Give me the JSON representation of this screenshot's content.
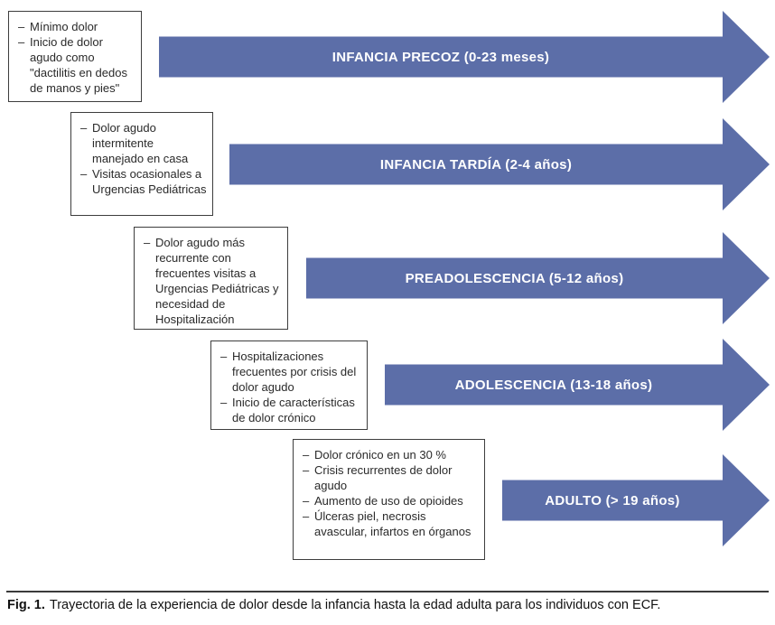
{
  "colors": {
    "arrow": "#5C6EA8",
    "box_border": "#3d3d3d"
  },
  "bullet_char": "–",
  "stages": [
    {
      "label": "INFANCIA PRECOZ (0-23 meses)",
      "notes": [
        "Mínimo dolor",
        "Inicio de dolor agudo como \"dactilitis en dedos de manos y pies\""
      ]
    },
    {
      "label": "INFANCIA TARDÍA (2-4 años)",
      "notes": [
        "Dolor agudo intermitente manejado en casa",
        "Visitas ocasionales a Urgencias Pediátricas"
      ]
    },
    {
      "label": "PREADOLESCENCIA (5-12 años)",
      "notes": [
        "Dolor agudo más recurrente con frecuentes visitas a Urgencias Pediátricas y necesidad de Hospitalización"
      ]
    },
    {
      "label": "ADOLESCENCIA (13-18 años)",
      "notes": [
        "Hospitalizaciones frecuentes por crisis del dolor agudo",
        "Inicio de características de dolor crónico"
      ]
    },
    {
      "label": "ADULTO (> 19 años)",
      "notes": [
        "Dolor crónico en un 30 %",
        "Crisis recurrentes de dolor agudo",
        "Aumento de uso de opioides",
        "Úlceras piel, necrosis avascular, infartos en órganos"
      ]
    }
  ],
  "caption": {
    "prefix": "Fig. 1.",
    "text": "Trayectoria de la experiencia de dolor desde la infancia hasta la edad adulta para los individuos con ECF."
  }
}
